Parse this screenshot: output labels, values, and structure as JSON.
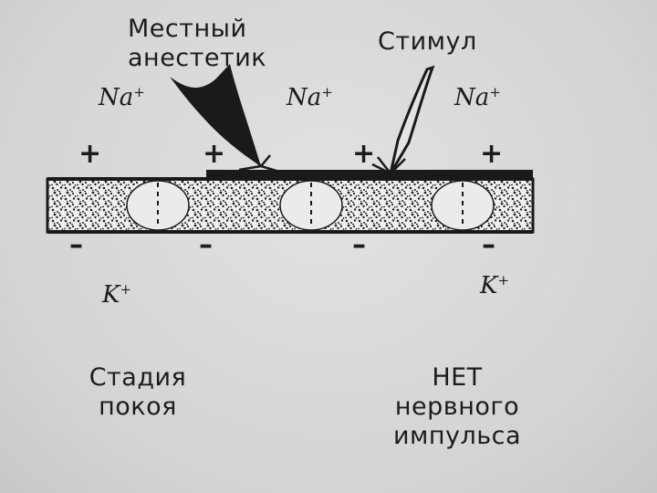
{
  "labels": {
    "local_anesthetic": [
      "Местный",
      "анестетик"
    ],
    "stimulus": "Стимул",
    "state_left": [
      "Стадия",
      "покоя"
    ],
    "state_right": [
      "НЕТ",
      "нервного",
      "импульса"
    ]
  },
  "ions": {
    "na": {
      "symbol": "Na",
      "charge": "+"
    },
    "k": {
      "symbol": "K",
      "charge": "+"
    }
  },
  "signs": {
    "positive": "+",
    "negative": "–"
  },
  "colors": {
    "paper": "#d9d9d7",
    "ink": "#1a1a1a"
  }
}
